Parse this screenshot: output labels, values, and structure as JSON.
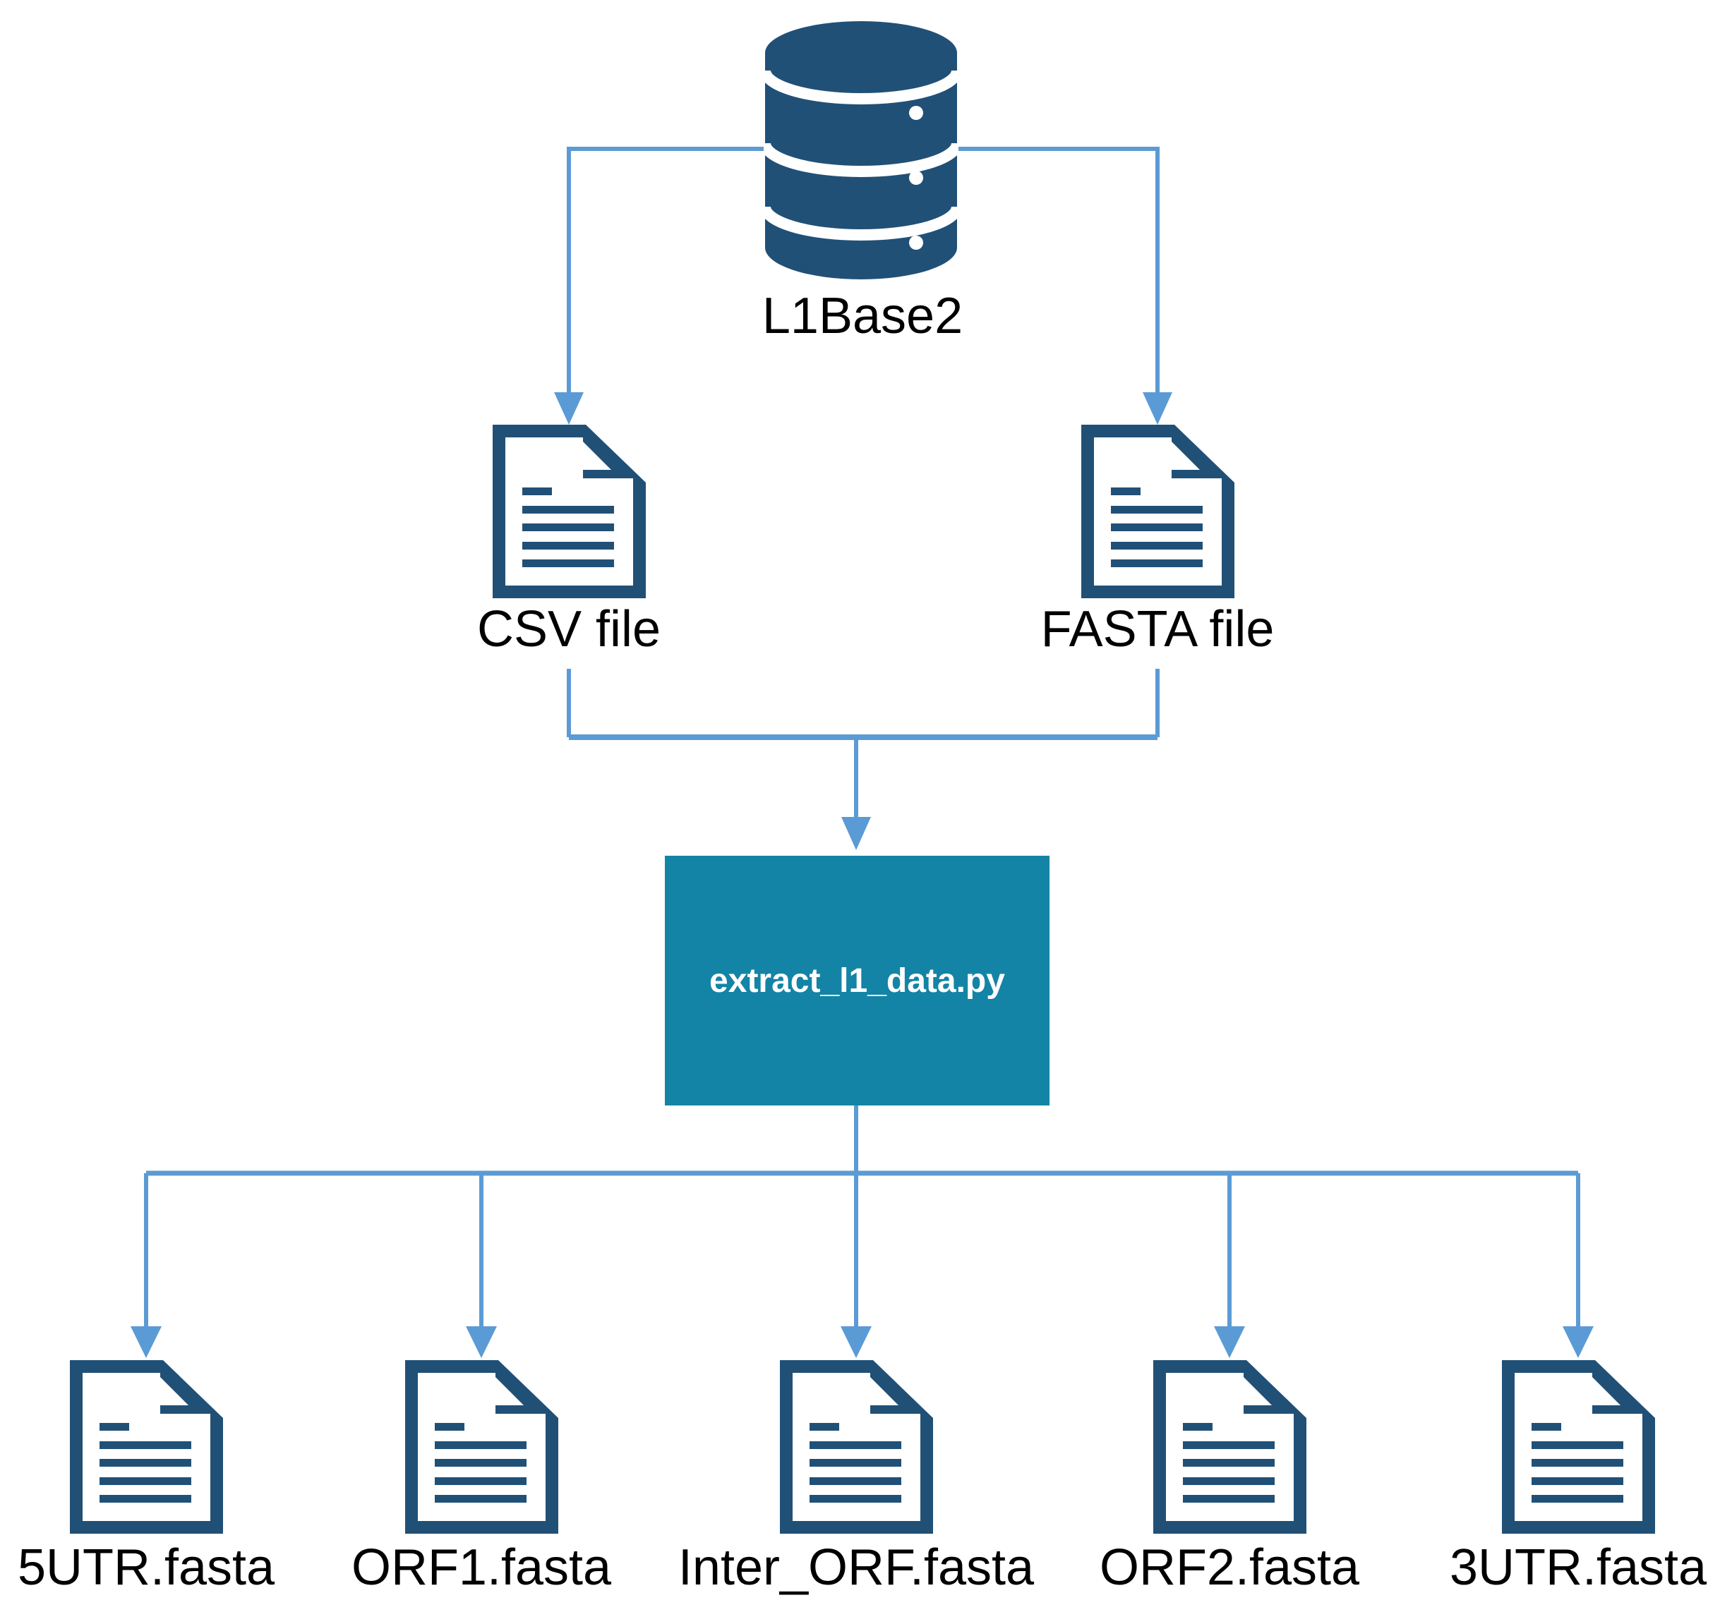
{
  "diagram": {
    "type": "flowchart",
    "colors": {
      "icon_dark": "#215077",
      "process_fill": "#1484A6",
      "connector": "#5B9BD5",
      "process_text": "#FFFFFF",
      "label_text": "#000000"
    },
    "nodes": {
      "database": {
        "label": "L1Base2",
        "icon": "database-icon"
      },
      "csv": {
        "label": "CSV file",
        "icon": "document-icon"
      },
      "fasta": {
        "label": "FASTA file",
        "icon": "document-icon"
      },
      "process": {
        "label": "extract_l1_data.py",
        "shape": "rectangle"
      },
      "outputs": [
        {
          "label": "5UTR.fasta",
          "icon": "document-icon"
        },
        {
          "label": "ORF1.fasta",
          "icon": "document-icon"
        },
        {
          "label": "Inter_ORF.fasta",
          "icon": "document-icon"
        },
        {
          "label": "ORF2.fasta",
          "icon": "document-icon"
        },
        {
          "label": "3UTR.fasta",
          "icon": "document-icon"
        }
      ]
    },
    "edges": [
      "L1Base2 -> CSV file",
      "L1Base2 -> FASTA file",
      "CSV file -> extract_l1_data.py",
      "FASTA file -> extract_l1_data.py",
      "extract_l1_data.py -> 5UTR.fasta",
      "extract_l1_data.py -> ORF1.fasta",
      "extract_l1_data.py -> Inter_ORF.fasta",
      "extract_l1_data.py -> ORF2.fasta",
      "extract_l1_data.py -> 3UTR.fasta"
    ]
  }
}
